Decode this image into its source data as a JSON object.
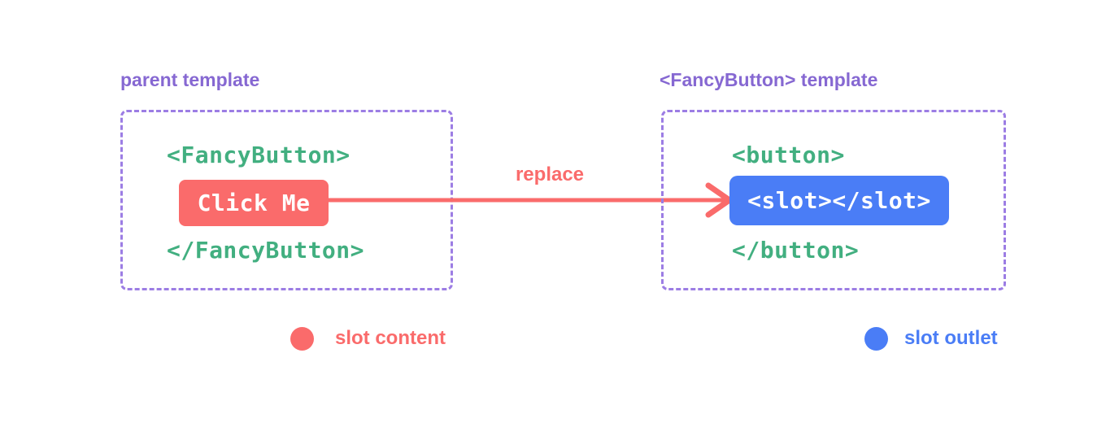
{
  "colors": {
    "purple_label": "#8668d2",
    "purple_border": "#9c7de4",
    "green_code": "#42af80",
    "red_slot_content": "#fa6b6b",
    "blue_slot_outlet": "#4a7df6",
    "background": "#ffffff"
  },
  "parent_panel": {
    "title": "parent template",
    "open_tag": "<FancyButton>",
    "slot_content_label": "Click Me",
    "close_tag": "</FancyButton>"
  },
  "arrow": {
    "label": "replace"
  },
  "fancy_button_panel": {
    "title": "<FancyButton> template",
    "open_tag": "<button>",
    "slot_outlet_label": "<slot></slot>",
    "close_tag": "</button>"
  },
  "legend": {
    "slot_content": "slot content",
    "slot_outlet": "slot outlet"
  }
}
